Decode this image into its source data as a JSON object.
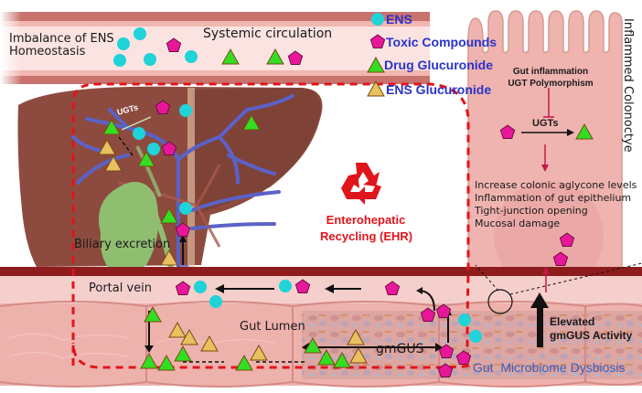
{
  "figure": {
    "top_left_label": "Imbalance of ENS\nHomeostasis",
    "systemic_circulation_label": "Systemic circulation",
    "legend": [
      {
        "shape": "circle",
        "color": "#1fd3d8",
        "label": "ENS"
      },
      {
        "shape": "pentagon",
        "color": "#e8179a",
        "label": "Toxic Compounds"
      },
      {
        "shape": "triangle",
        "color": "#33dd22",
        "label": "Drug Glucuronide"
      },
      {
        "shape": "triangle",
        "color": "#e8c060",
        "label": "ENS Glucuronide"
      }
    ],
    "liver": {
      "ugts_label": "UGTs",
      "biliary_label": "Biliary excretion"
    },
    "ehr": {
      "line1": "Enterohepatic",
      "line2": "Recycling (EHR)",
      "icon": "recycle-icon"
    },
    "colonocyte": {
      "title": "Inflammed Colonoctye",
      "cause_line1": "Gut inflammation",
      "cause_line2": "UGT Polymorphism",
      "enzyme_label": "UGTs",
      "effects": [
        "Increase colonic aglycone levels",
        "Inflammation of gut epithelium",
        "Tight-junction opening",
        "Mucosal damage"
      ]
    },
    "gut": {
      "portal_vein_label": "Portal vein",
      "gut_lumen_label": "Gut Lumen",
      "gmgus_label": "gmGUS",
      "elevated_line1": "Elevated",
      "elevated_line2": "gmGUS Activity",
      "dysbiosis_label": "Gut  Microbiome Dysbiosis"
    },
    "colors": {
      "ens": "#1fd3d8",
      "toxic": "#e8179a",
      "drug_glucuronide": "#33dd22",
      "ens_glucuronide": "#e8c060",
      "ehr_red": "#e0141b",
      "legend_blue": "#2a33c8",
      "vessel": "#c9736e",
      "liver": "#8b4a3c"
    }
  }
}
